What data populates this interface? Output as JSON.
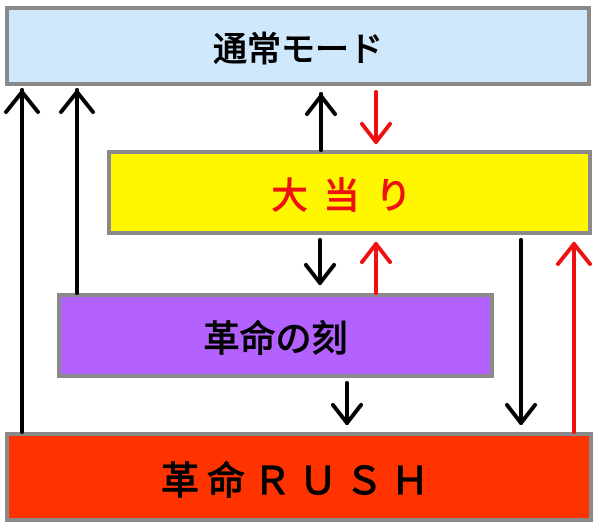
{
  "colors": {
    "normal_bg": "#cfe8fb",
    "jackpot_bg": "#fff700",
    "jackpot_text": "#ee1111",
    "kakumei_bg": "#b362ff",
    "rush_bg": "#ff3300",
    "arrow_black": "#000000",
    "arrow_red": "#ee1111"
  },
  "boxes": {
    "normal_mode": "通常モード",
    "jackpot": "大当り",
    "kakumei_no_toki": "革命の刻",
    "kakumei_rush": "革命ＲＵＳＨ"
  }
}
